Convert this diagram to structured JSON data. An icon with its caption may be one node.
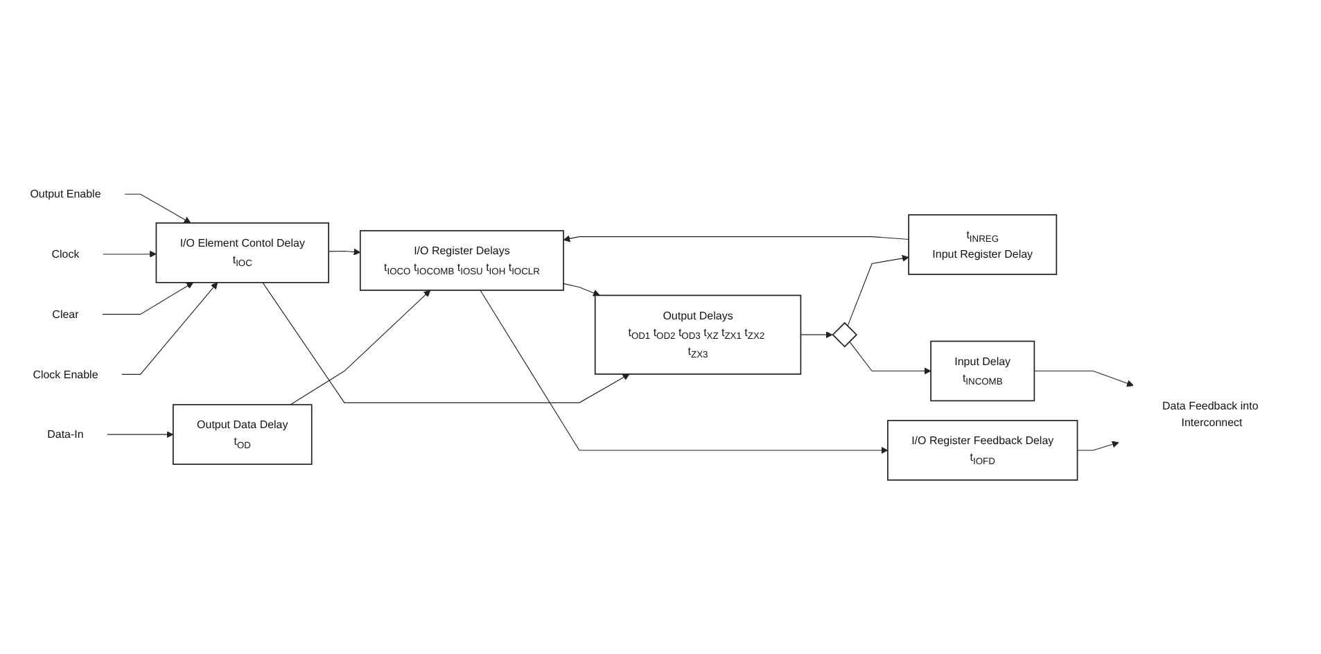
{
  "diagram": {
    "nodes": [
      {
        "text": [
          "Data-In"
        ]
      },
      {
        "text": [
          "Output Data Delay",
          "t$_{OD}$"
        ]
      },
      {
        "text": [
          "I/O Register Delays",
          "t$_{IOCO}$ t$_{IOCOMB}$ t$_{IOSU}$ t$_{IOH}$ t$_{IOCLR}$"
        ]
      },
      {
        "text": [
          "Output Delays",
          "t$_{OD1}$ t$_{OD2}$ t$_{OD3}$ t$_{XZ}$ t$_{ZX1}$ t$_{ZX2}$ t$_{ZX3}$"
        ]
      },
      {
        "text": [],
        "shape": "diamond"
      },
      {
        "text": [
          "Clock Enable"
        ]
      },
      {
        "text": [
          "Clear"
        ]
      },
      {
        "text": [
          "Clock"
        ]
      },
      {
        "text": [
          "Output Enable"
        ]
      },
      {
        "text": [
          "I/O Element Contol Delay",
          "t$_{IOC}$"
        ]
      },
      {
        "text": [
          "t$_{INREG}$",
          "Input Register Delay"
        ]
      },
      {
        "text": [
          "I/O Register Feedback Delay",
          "t$_{IOFD}$"
        ]
      },
      {
        "text": [
          "Data Feedback into Interconnect"
        ]
      },
      {
        "text": [
          "Input Delay",
          "t$_{INCOMB}$"
        ]
      }
    ],
    "edges": [
      {
        "from": 0,
        "to": 1,
        "arrow": "to"
      },
      {
        "from": 1,
        "to": 2,
        "arrow": "to"
      },
      {
        "from": 9,
        "to": 2,
        "arrow": "to"
      },
      {
        "from": 10,
        "to": 2,
        "arrow": "to"
      },
      {
        "from": 9,
        "to": 3,
        "arrow": "to"
      },
      {
        "from": 5,
        "to": 9,
        "arrow": "to"
      },
      {
        "from": 6,
        "to": 9,
        "arrow": "to"
      },
      {
        "from": 7,
        "to": 9,
        "arrow": "to"
      },
      {
        "from": 8,
        "to": 9,
        "arrow": "to"
      },
      {
        "from": 2,
        "to": 3,
        "arrow": "to"
      },
      {
        "from": 2,
        "to": 11,
        "arrow": "to"
      },
      {
        "from": 3,
        "to": 4,
        "arrow": "to"
      },
      {
        "from": 4,
        "to": 10,
        "arrow": "to"
      },
      {
        "from": 4,
        "to": 13,
        "arrow": "to"
      },
      {
        "from": 11,
        "to": 12,
        "arrow": "to"
      },
      {
        "from": 13,
        "to": 12,
        "arrow": "to"
      }
    ]
  }
}
